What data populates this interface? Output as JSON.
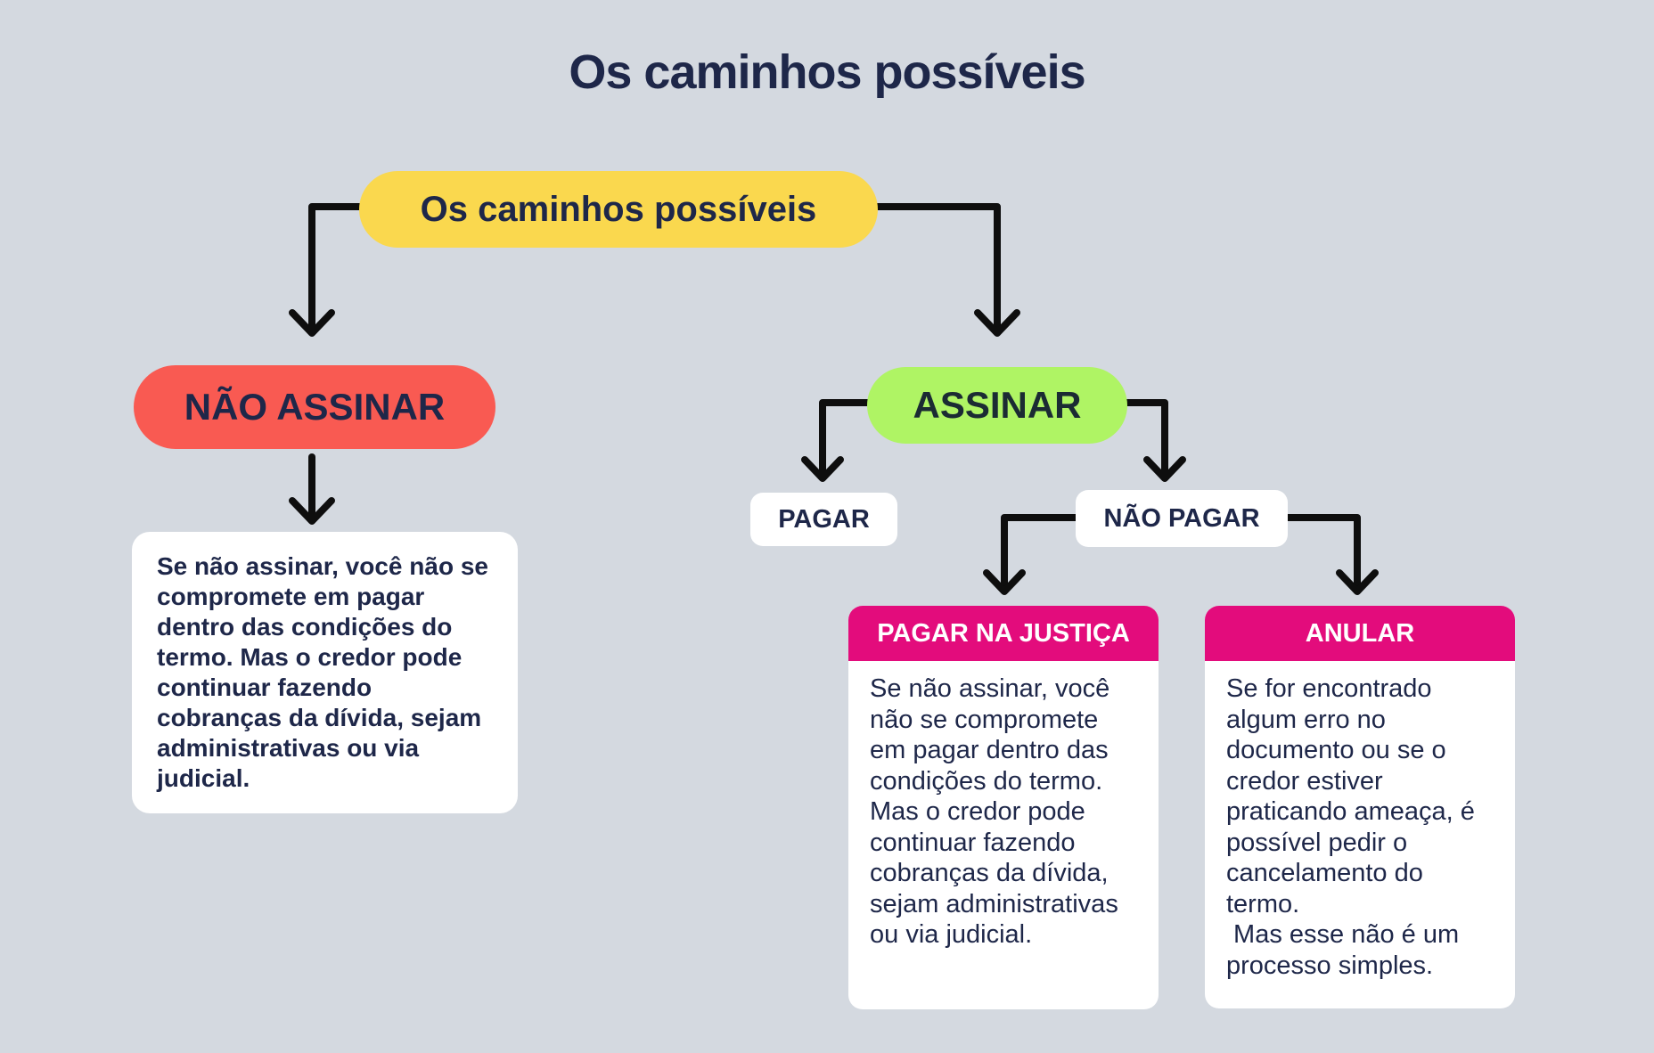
{
  "title": "Os caminhos possíveis",
  "flowchart": {
    "root": {
      "label": "Os caminhos possíveis"
    },
    "nao_assinar": {
      "label": "NÃO ASSINAR",
      "description": "Se não assinar, você não se compromete em pagar dentro das condições do termo. Mas o credor pode continuar fazendo cobranças da dívida, sejam administrativas ou via judicial."
    },
    "assinar": {
      "label": "ASSINAR"
    },
    "pagar": {
      "label": "PAGAR"
    },
    "nao_pagar": {
      "label": "NÃO PAGAR"
    },
    "pagar_na_justica": {
      "title": "PAGAR NA JUSTIÇA",
      "body": "Se não assinar, você não se compromete em pagar dentro das condições do termo. Mas o credor pode continuar fazendo cobranças da dívida, sejam administrativas ou via judicial."
    },
    "anular": {
      "title": "ANULAR",
      "body": "Se for encontrado algum erro no documento ou se o credor estiver praticando ameaça, é possível pedir o cancelamento do termo.\n Mas esse não é um processo simples."
    }
  },
  "colors": {
    "background": "#D4D9E0",
    "text_dark": "#1E2749",
    "yellow": "#FAD84E",
    "red": "#F95A52",
    "green": "#AFF464",
    "green_text": "#1B2B33",
    "pink": "#E30C7C",
    "white": "#FFFFFF",
    "arrow": "#0E0E0E"
  }
}
